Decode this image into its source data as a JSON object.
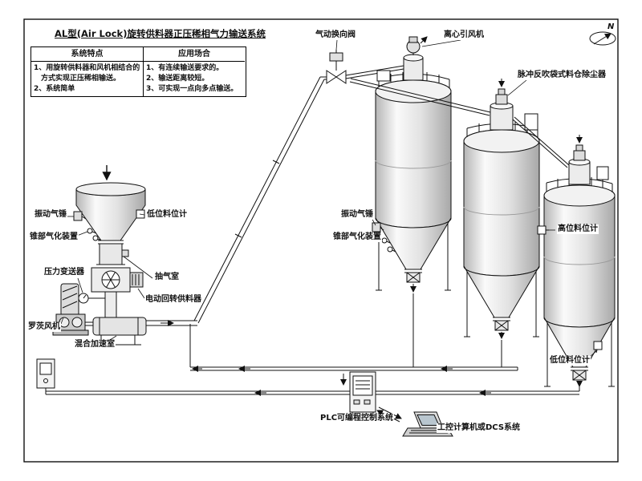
{
  "frame": {
    "title": "AL型(Air Lock)旋转供料器正压稀相气力输送系统",
    "compass_n": "N"
  },
  "info_table": {
    "headers": [
      "系统特点",
      "应用场合"
    ],
    "features": [
      "1、用旋转供料器和风机相结合的",
      "方式实现正压稀相输送。",
      "2、系统简单"
    ],
    "applications": [
      "1、有连续输送要求的。",
      "2、输送距离较短。",
      "3、可实现一点向多点输送。"
    ]
  },
  "labels": {
    "pneumatic_diverter_valve": "气动换向阀",
    "centrifugal_fan": "离心引风机",
    "pulse_bag_dust_collector": "脉冲反吹袋式料仓除尘器",
    "air_hammer_hopper": "振动气锤",
    "low_level_indicator_hopper": "低位料位计",
    "cone_aeration_hopper": "锥部气化装置",
    "air_hammer_silo": "振动气锤",
    "cone_aeration_silo": "锥部气化装置",
    "high_level_indicator": "高位料位计",
    "pressure_transmitter": "压力变送器",
    "air_extraction_chamber": "抽气室",
    "electric_rotary_feeder": "电动回转供料器",
    "roots_blower": "罗茨风机",
    "mixing_acceleration_chamber": "混合加速室",
    "low_level_indicator_silo": "低位料位计",
    "plc_system": "PLC可编程控制系统",
    "industrial_computer": "工控计算机或DCS系统"
  },
  "colors": {
    "line": "#111111",
    "vessel_light": "#f5f5f5",
    "vessel_shade": "#bfbfbf",
    "background": "#ffffff"
  }
}
